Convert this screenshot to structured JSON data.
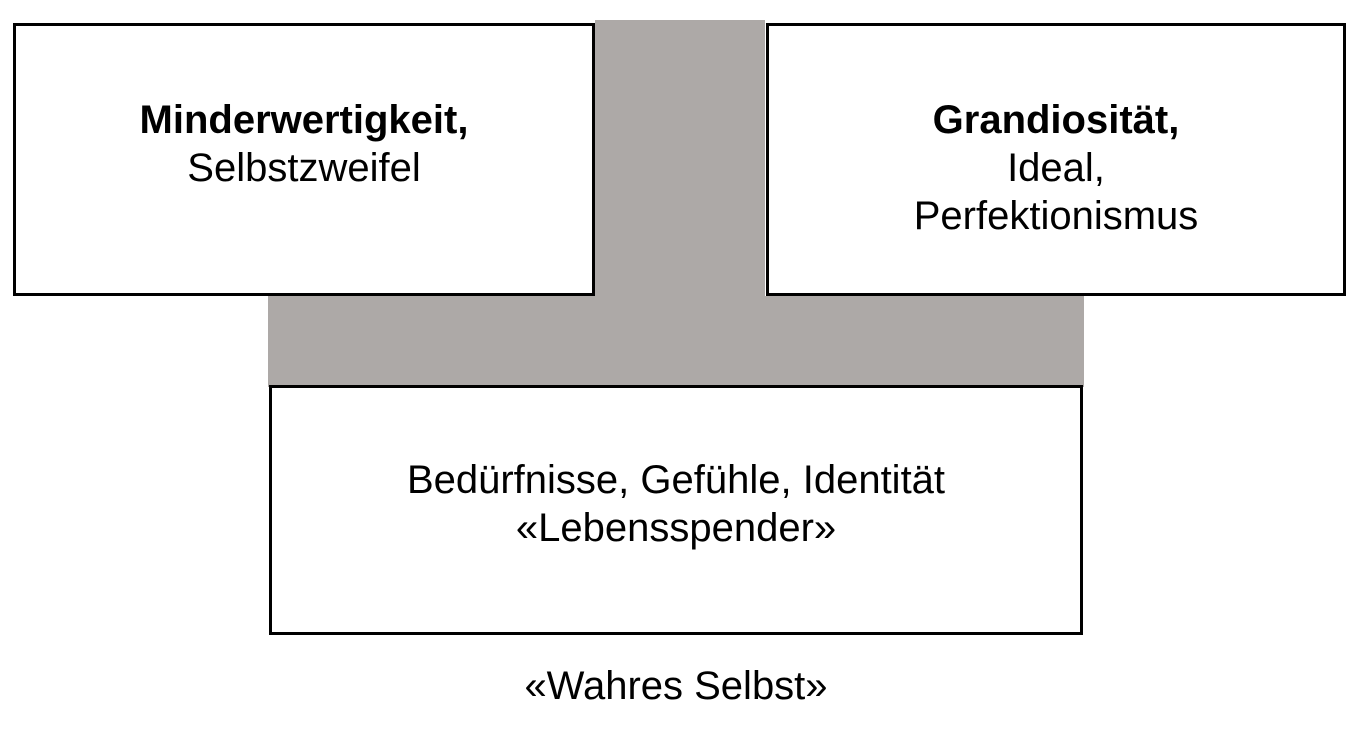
{
  "colors": {
    "connector_gray": "#ada9a7",
    "box_border": "#000000",
    "box_background": "#ffffff",
    "text": "#000000"
  },
  "boxes": {
    "top_left": {
      "line1": "Minderwertigkeit,",
      "line2": "Selbstzweifel"
    },
    "top_right": {
      "line1": "Grandiosität,",
      "line2": "Ideal,",
      "line3": "Perfektionismus"
    },
    "bottom": {
      "line1": "Bedürfnisse, Gefühle, Identität",
      "line2": "«Lebensspender»"
    }
  },
  "caption": "«Wahres Selbst»"
}
